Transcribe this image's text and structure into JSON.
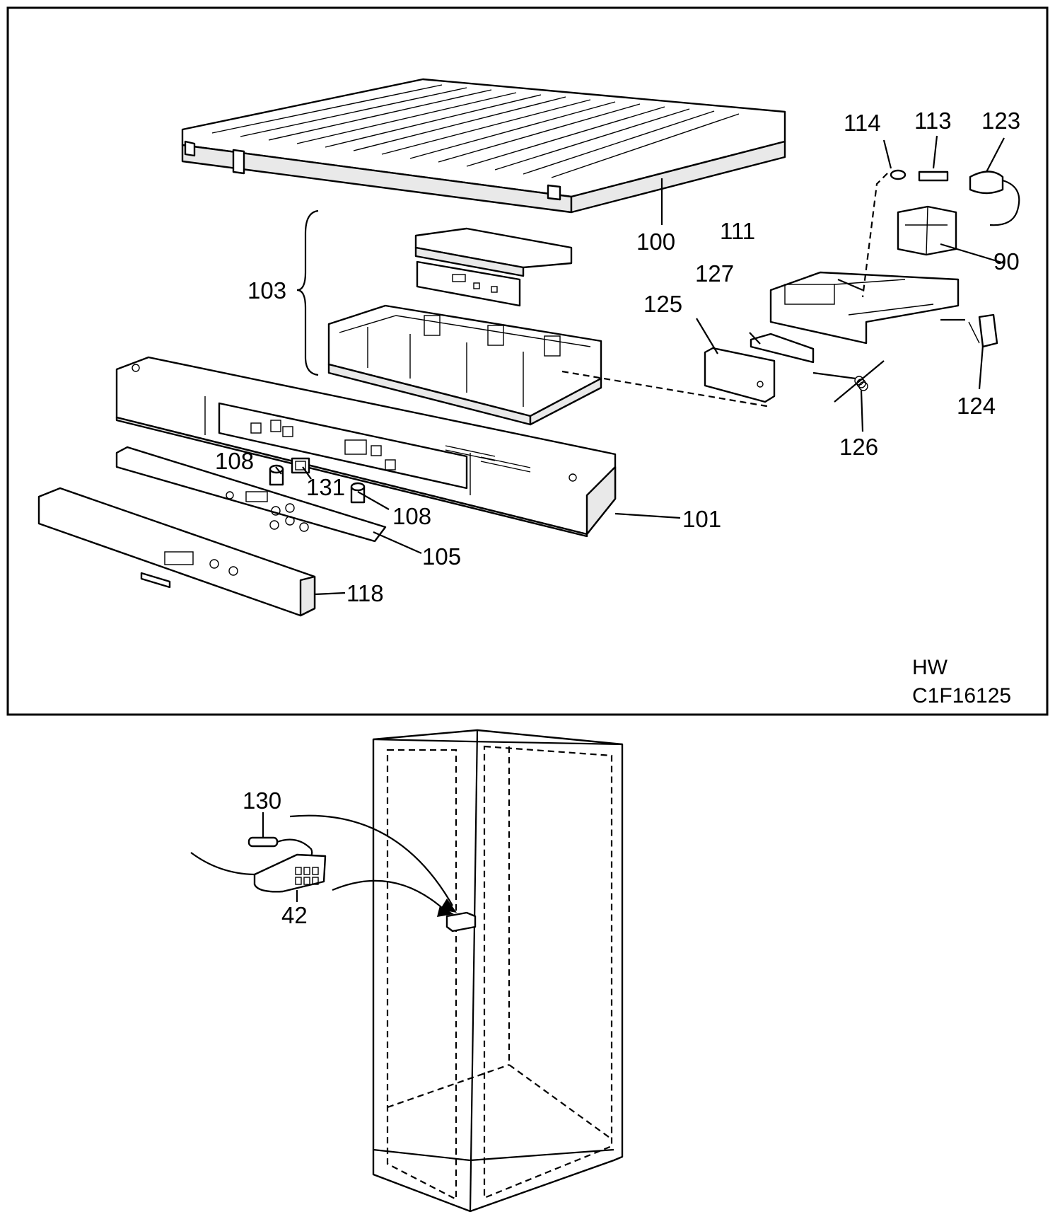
{
  "diagram": {
    "callouts": {
      "c100": "100",
      "c101": "101",
      "c103": "103",
      "c105": "105",
      "c108a": "108",
      "c108b": "108",
      "c111": "111",
      "c113": "113",
      "c114": "114",
      "c118": "118",
      "c123": "123",
      "c124": "124",
      "c125": "125",
      "c126": "126",
      "c127": "127",
      "c131": "131",
      "c90": "90",
      "c130": "130",
      "c42": "42"
    },
    "code_line1": "HW",
    "code_line2": "C1F16125",
    "colors": {
      "line": "#000000",
      "background": "#ffffff",
      "shade": "#e9e9e9"
    }
  }
}
